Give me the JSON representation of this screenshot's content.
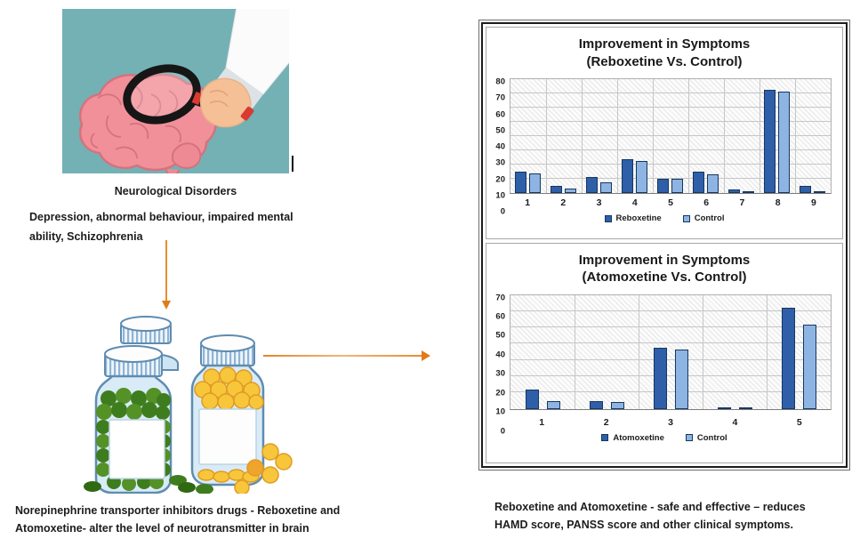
{
  "left_column": {
    "brain_caption": "Neurological Disorders",
    "disorders_lines": [
      "Depression, abnormal behaviour, impaired mental",
      "ability, Schizophrenia"
    ],
    "drugs_lines": [
      "Norepinephrine transporter inhibitors drugs - Reboxetine and",
      "Atomoxetine- alter the level of neurotransmitter in brain"
    ]
  },
  "right_column": {
    "result_lines": [
      "Reboxetine and Atomoxetine - safe and effective – reduces",
      "HAMD score, PANSS score and other clinical symptoms."
    ]
  },
  "colors": {
    "arrow_orange": "#e78d2f",
    "bar_outline": "#17375e",
    "gridline": "#c6c6c6",
    "illustration_teal_background": "#73b1b5"
  },
  "chart_data": [
    {
      "type": "bar",
      "title": "Improvement in Symptoms",
      "subtitle": "(Reboxetine Vs. Control)",
      "categories": [
        "1",
        "2",
        "3",
        "4",
        "5",
        "6",
        "7",
        "8",
        "9"
      ],
      "series": [
        {
          "name": "Reboxetine",
          "color": "#2e5fa8",
          "values": [
            15,
            5,
            11.5,
            24,
            10,
            15,
            2.5,
            72.5,
            5
          ]
        },
        {
          "name": "Control",
          "color": "#8db4e2",
          "values": [
            13.5,
            3,
            7.5,
            22.5,
            10,
            13,
            0.5,
            71.5,
            1.5
          ]
        }
      ],
      "ylim": [
        0,
        80
      ],
      "ytick_step": 10,
      "grid": true,
      "legend_position": "bottom"
    },
    {
      "type": "bar",
      "title": "Improvement in Symptoms",
      "subtitle": "(Atomoxetine Vs. Control)",
      "categories": [
        "1",
        "2",
        "3",
        "4",
        "5"
      ],
      "series": [
        {
          "name": "Atomoxetine",
          "color": "#2e5fa8",
          "values": [
            12,
            4.5,
            37.5,
            1,
            62
          ]
        },
        {
          "name": "Control",
          "color": "#8db4e2",
          "values": [
            4.5,
            4,
            36.5,
            1,
            51.5
          ]
        }
      ],
      "ylim": [
        0,
        70
      ],
      "ytick_step": 10,
      "grid": true,
      "legend_position": "bottom"
    }
  ]
}
